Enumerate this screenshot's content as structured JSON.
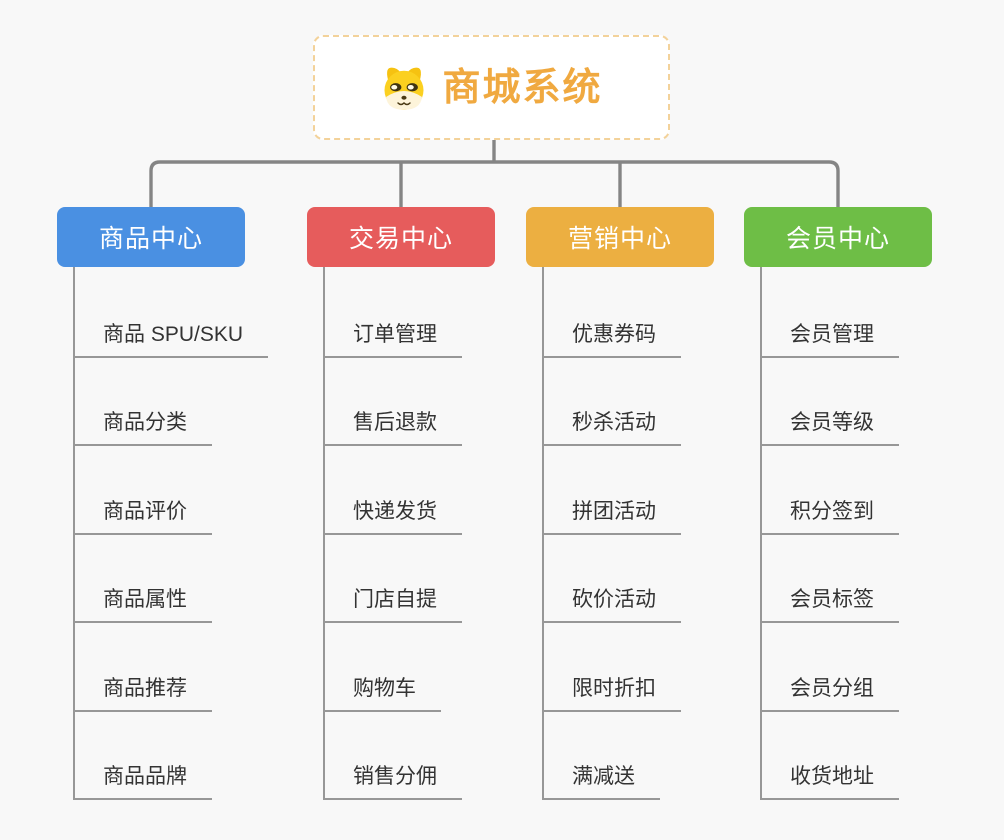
{
  "root": {
    "label": "商城系统",
    "icon": "dog-face-icon",
    "text_color": "#F0A940",
    "border_color": "#F3D29A",
    "background": "#FFFFFF"
  },
  "canvas": {
    "background_color": "#F8F8F8",
    "connector_color": "#858585",
    "child_line_color": "#979797",
    "child_text_color": "#333333"
  },
  "branches": [
    {
      "label": "商品中心",
      "color": "#4A90E2",
      "children": [
        "商品 SPU/SKU",
        "商品分类",
        "商品评价",
        "商品属性",
        "商品推荐",
        "商品品牌"
      ]
    },
    {
      "label": "交易中心",
      "color": "#E65C5C",
      "children": [
        "订单管理",
        "售后退款",
        "快递发货",
        "门店自提",
        "购物车",
        "销售分佣"
      ]
    },
    {
      "label": "营销中心",
      "color": "#ECAF41",
      "children": [
        "优惠券码",
        "秒杀活动",
        "拼团活动",
        "砍价活动",
        "限时折扣",
        "满减送"
      ]
    },
    {
      "label": "会员中心",
      "color": "#6EBE46",
      "children": [
        "会员管理",
        "会员等级",
        "积分签到",
        "会员标签",
        "会员分组",
        "收货地址"
      ]
    }
  ]
}
